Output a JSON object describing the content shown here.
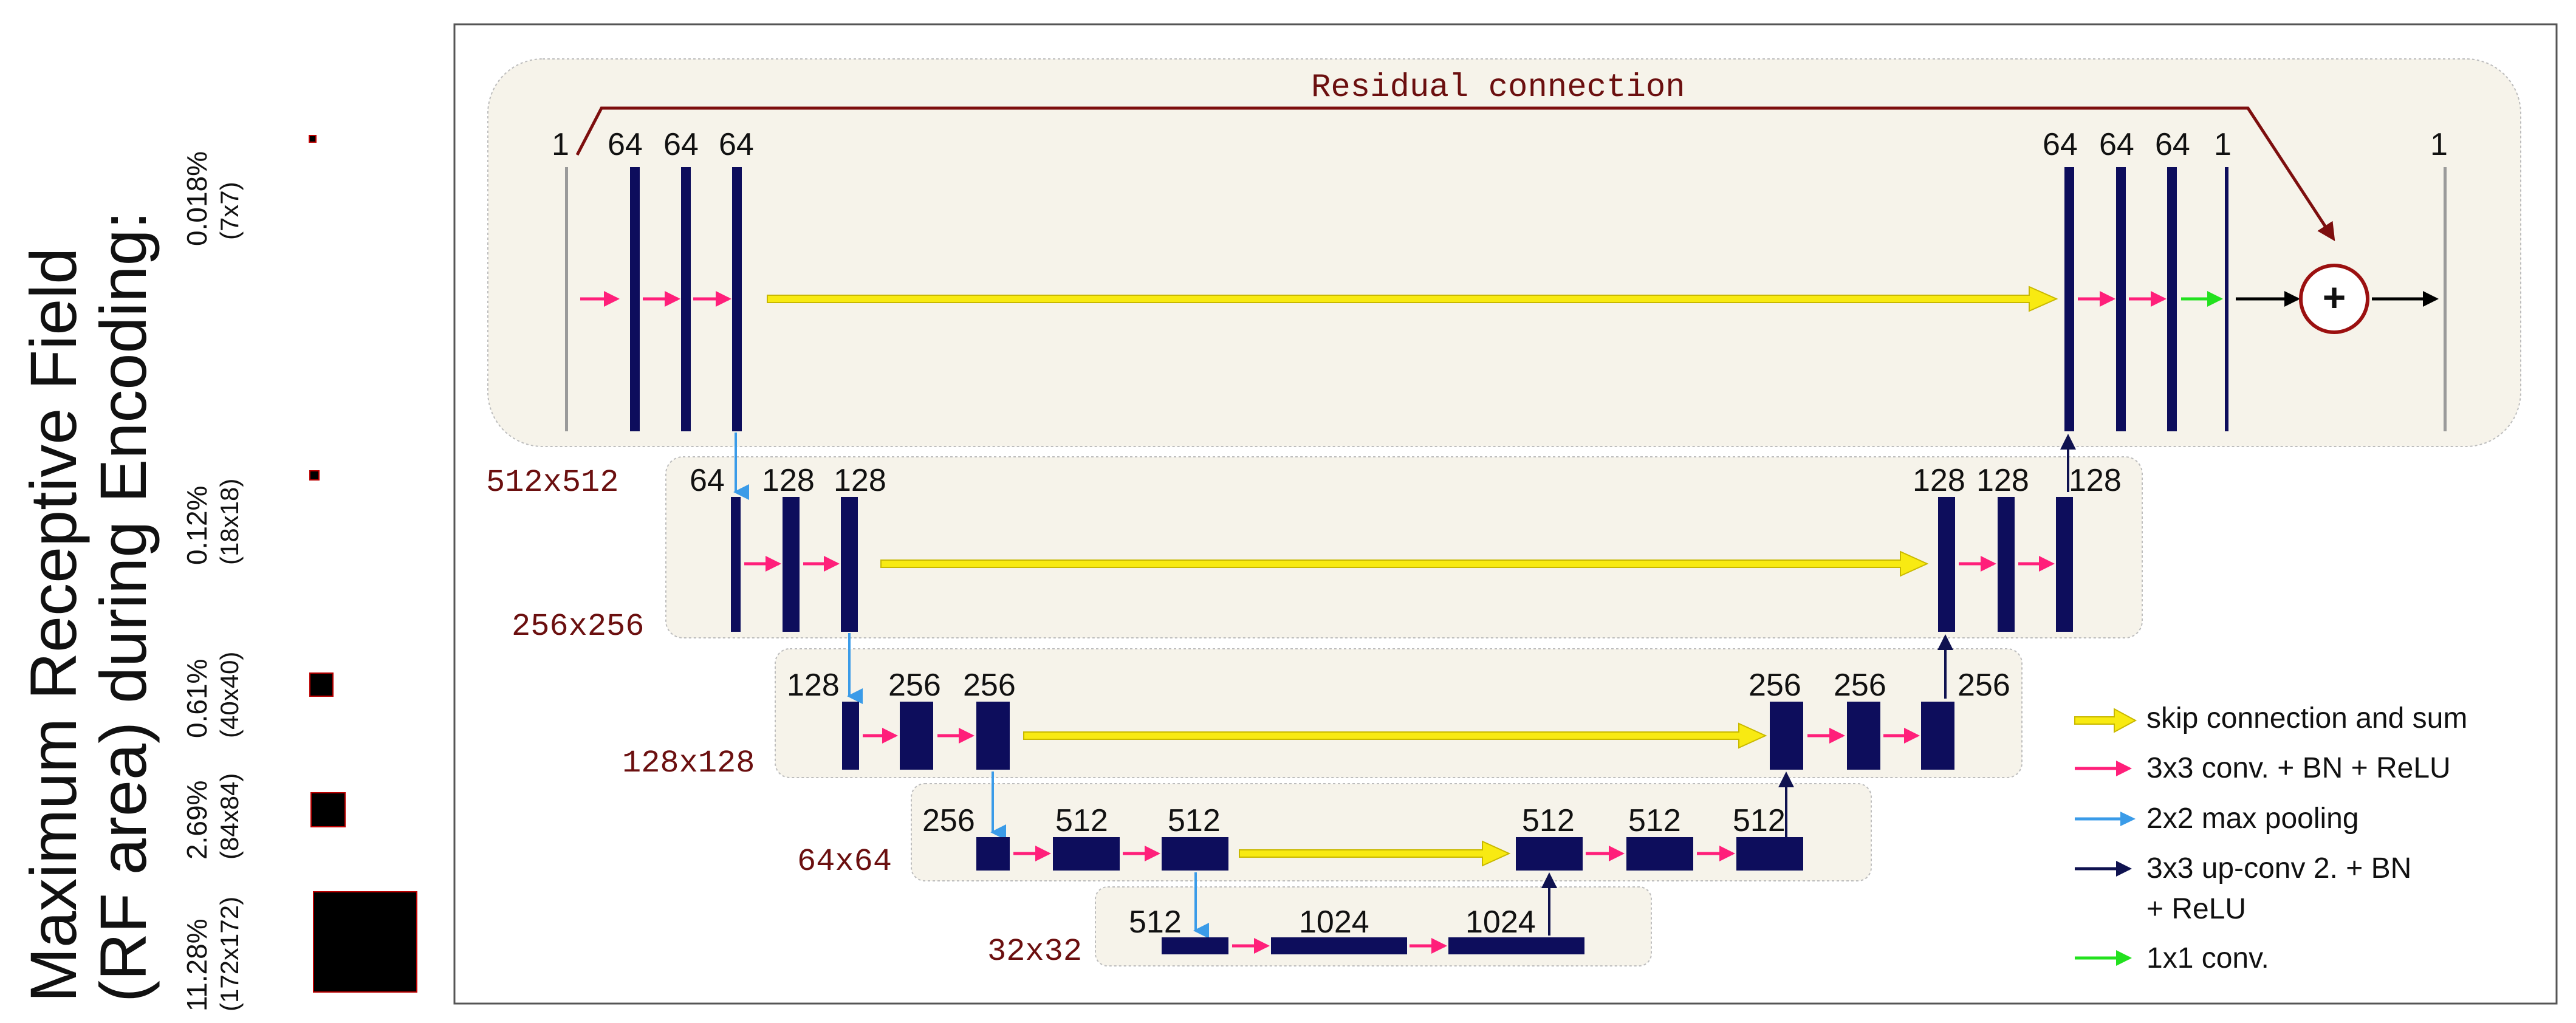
{
  "rf_title": {
    "line1": "Maximum  Receptive Field",
    "line2": "(RF area) during Encoding:"
  },
  "rf_levels": [
    {
      "percent": "0.018%",
      "size": "(7x7)",
      "fraction": 0.00018
    },
    {
      "percent": "0.12%",
      "size": "(18x18)",
      "fraction": 0.0012
    },
    {
      "percent": "0.61%",
      "size": "(40x40)",
      "fraction": 0.0061
    },
    {
      "percent": "2.69%",
      "size": "(84x84)",
      "fraction": 0.0269
    },
    {
      "percent": "11.28%",
      "size": "(172x172)",
      "fraction": 0.1128
    }
  ],
  "residual_label": "Residual connection",
  "resolutions": [
    "512x512",
    "256x256",
    "128x128",
    "64x64",
    "32x32"
  ],
  "channels": {
    "level1": [
      "1",
      "64",
      "64",
      "64",
      "64",
      "64",
      "64",
      "1",
      "1"
    ],
    "level2": [
      "64",
      "128",
      "128",
      "128",
      "128",
      "128"
    ],
    "level3": [
      "128",
      "256",
      "256",
      "256",
      "256",
      "256"
    ],
    "level4": [
      "256",
      "512",
      "512",
      "512",
      "512",
      "512"
    ],
    "level5": [
      "512",
      "1024",
      "1024"
    ]
  },
  "plus_symbol": "+",
  "legend": [
    {
      "label": "skip connection and sum",
      "color": "#f2e313"
    },
    {
      "label": "3x3 conv. + BN + ReLU",
      "color": "#ff1f7a"
    },
    {
      "label": "2x2 max pooling",
      "color": "#3a9be8"
    },
    {
      "label": "3x3 up-conv 2. + BN",
      "label2": "+ ReLU",
      "color": "#0f1250"
    },
    {
      "label": "1x1 conv.",
      "color": "#22e11e"
    }
  ],
  "colors": {
    "block": "#0d0d5c",
    "panel": "#f6f3ea",
    "residual": "#7d0e0e",
    "rf_square": "#000000"
  }
}
